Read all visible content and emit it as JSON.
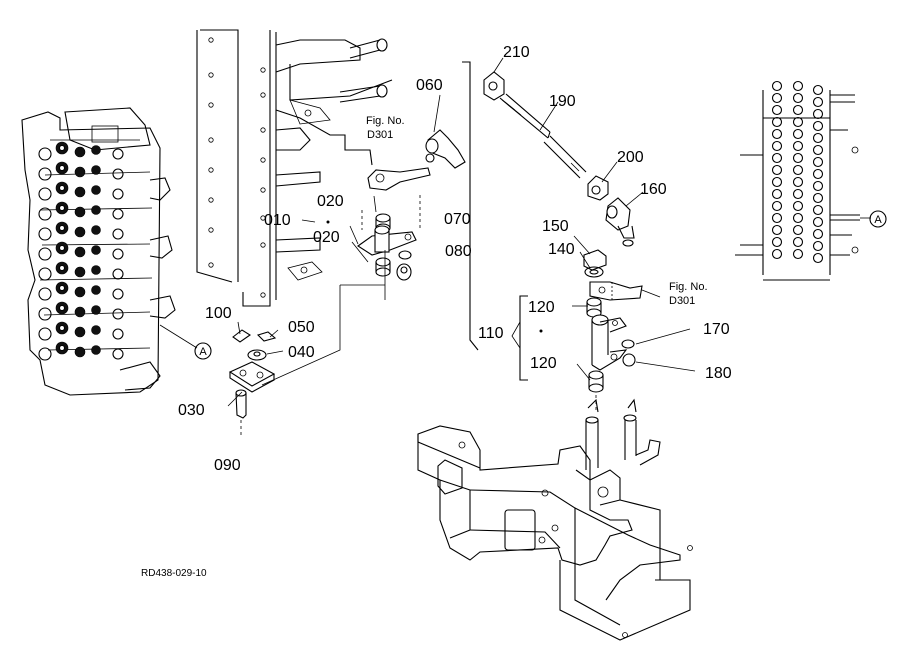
{
  "diagram": {
    "part_numbers": [
      "210",
      "060",
      "190",
      "200",
      "160",
      "150",
      "140",
      "120",
      "110",
      "170",
      "180",
      "010",
      "020",
      "070",
      "080",
      "100",
      "050",
      "040",
      "030",
      "090"
    ],
    "callouts": {
      "p210": "210",
      "p060": "060",
      "p190": "190",
      "p200": "200",
      "p160": "160",
      "p150": "150",
      "p140": "140",
      "p120a": "120",
      "p110": "110",
      "p170": "170",
      "p120b": "120",
      "p180": "180",
      "p010": "010",
      "p020a": "020",
      "p020b": "020",
      "p070": "070",
      "p080": "080",
      "p100": "100",
      "p050": "050",
      "p040": "040",
      "p030": "030",
      "p090": "090"
    },
    "figure_refs": [
      {
        "line1": "Fig. No.",
        "line2": "D301"
      },
      {
        "line1": "Fig. No.",
        "line2": "D301"
      }
    ],
    "reference_marks": {
      "left": "A",
      "right": "A"
    },
    "drawing_code": "RD438-029-10"
  }
}
